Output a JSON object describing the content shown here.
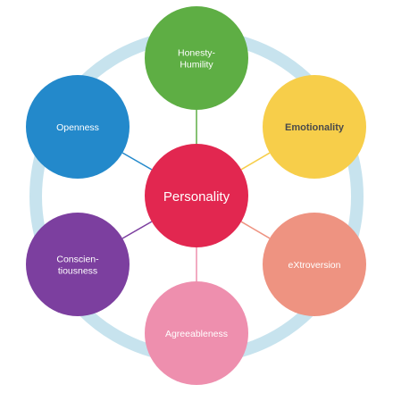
{
  "center": {
    "label": "Personality",
    "color": "#E22750"
  },
  "ring_color": "#C7E3EE",
  "nodes": [
    {
      "id": "honesty-humility",
      "lines": [
        "Honesty-",
        "Humility"
      ],
      "color": "#5EAE44",
      "text_color": "#FFFFFF",
      "spoke_color": "#5EAE44"
    },
    {
      "id": "emotionality",
      "lines": [
        "Emotionality"
      ],
      "color": "#F7CE4A",
      "text_color": "#4A4A4A",
      "spoke_color": "#F7CE4A"
    },
    {
      "id": "extroversion",
      "lines": [
        "eXtroversion"
      ],
      "color": "#EE9381",
      "text_color": "#FFFFFF",
      "spoke_color": "#EE9381"
    },
    {
      "id": "agreeableness",
      "lines": [
        "Agreeableness"
      ],
      "color": "#EE8FAE",
      "text_color": "#FFFFFF",
      "spoke_color": "#EE8FAE"
    },
    {
      "id": "conscientiousness",
      "lines": [
        "Conscien-",
        "tiousness"
      ],
      "color": "#7C3F9F",
      "text_color": "#FFFFFF",
      "spoke_color": "#7C3F9F"
    },
    {
      "id": "openness",
      "lines": [
        "Openness"
      ],
      "color": "#2389CB",
      "text_color": "#FFFFFF",
      "spoke_color": "#2389CB"
    }
  ]
}
